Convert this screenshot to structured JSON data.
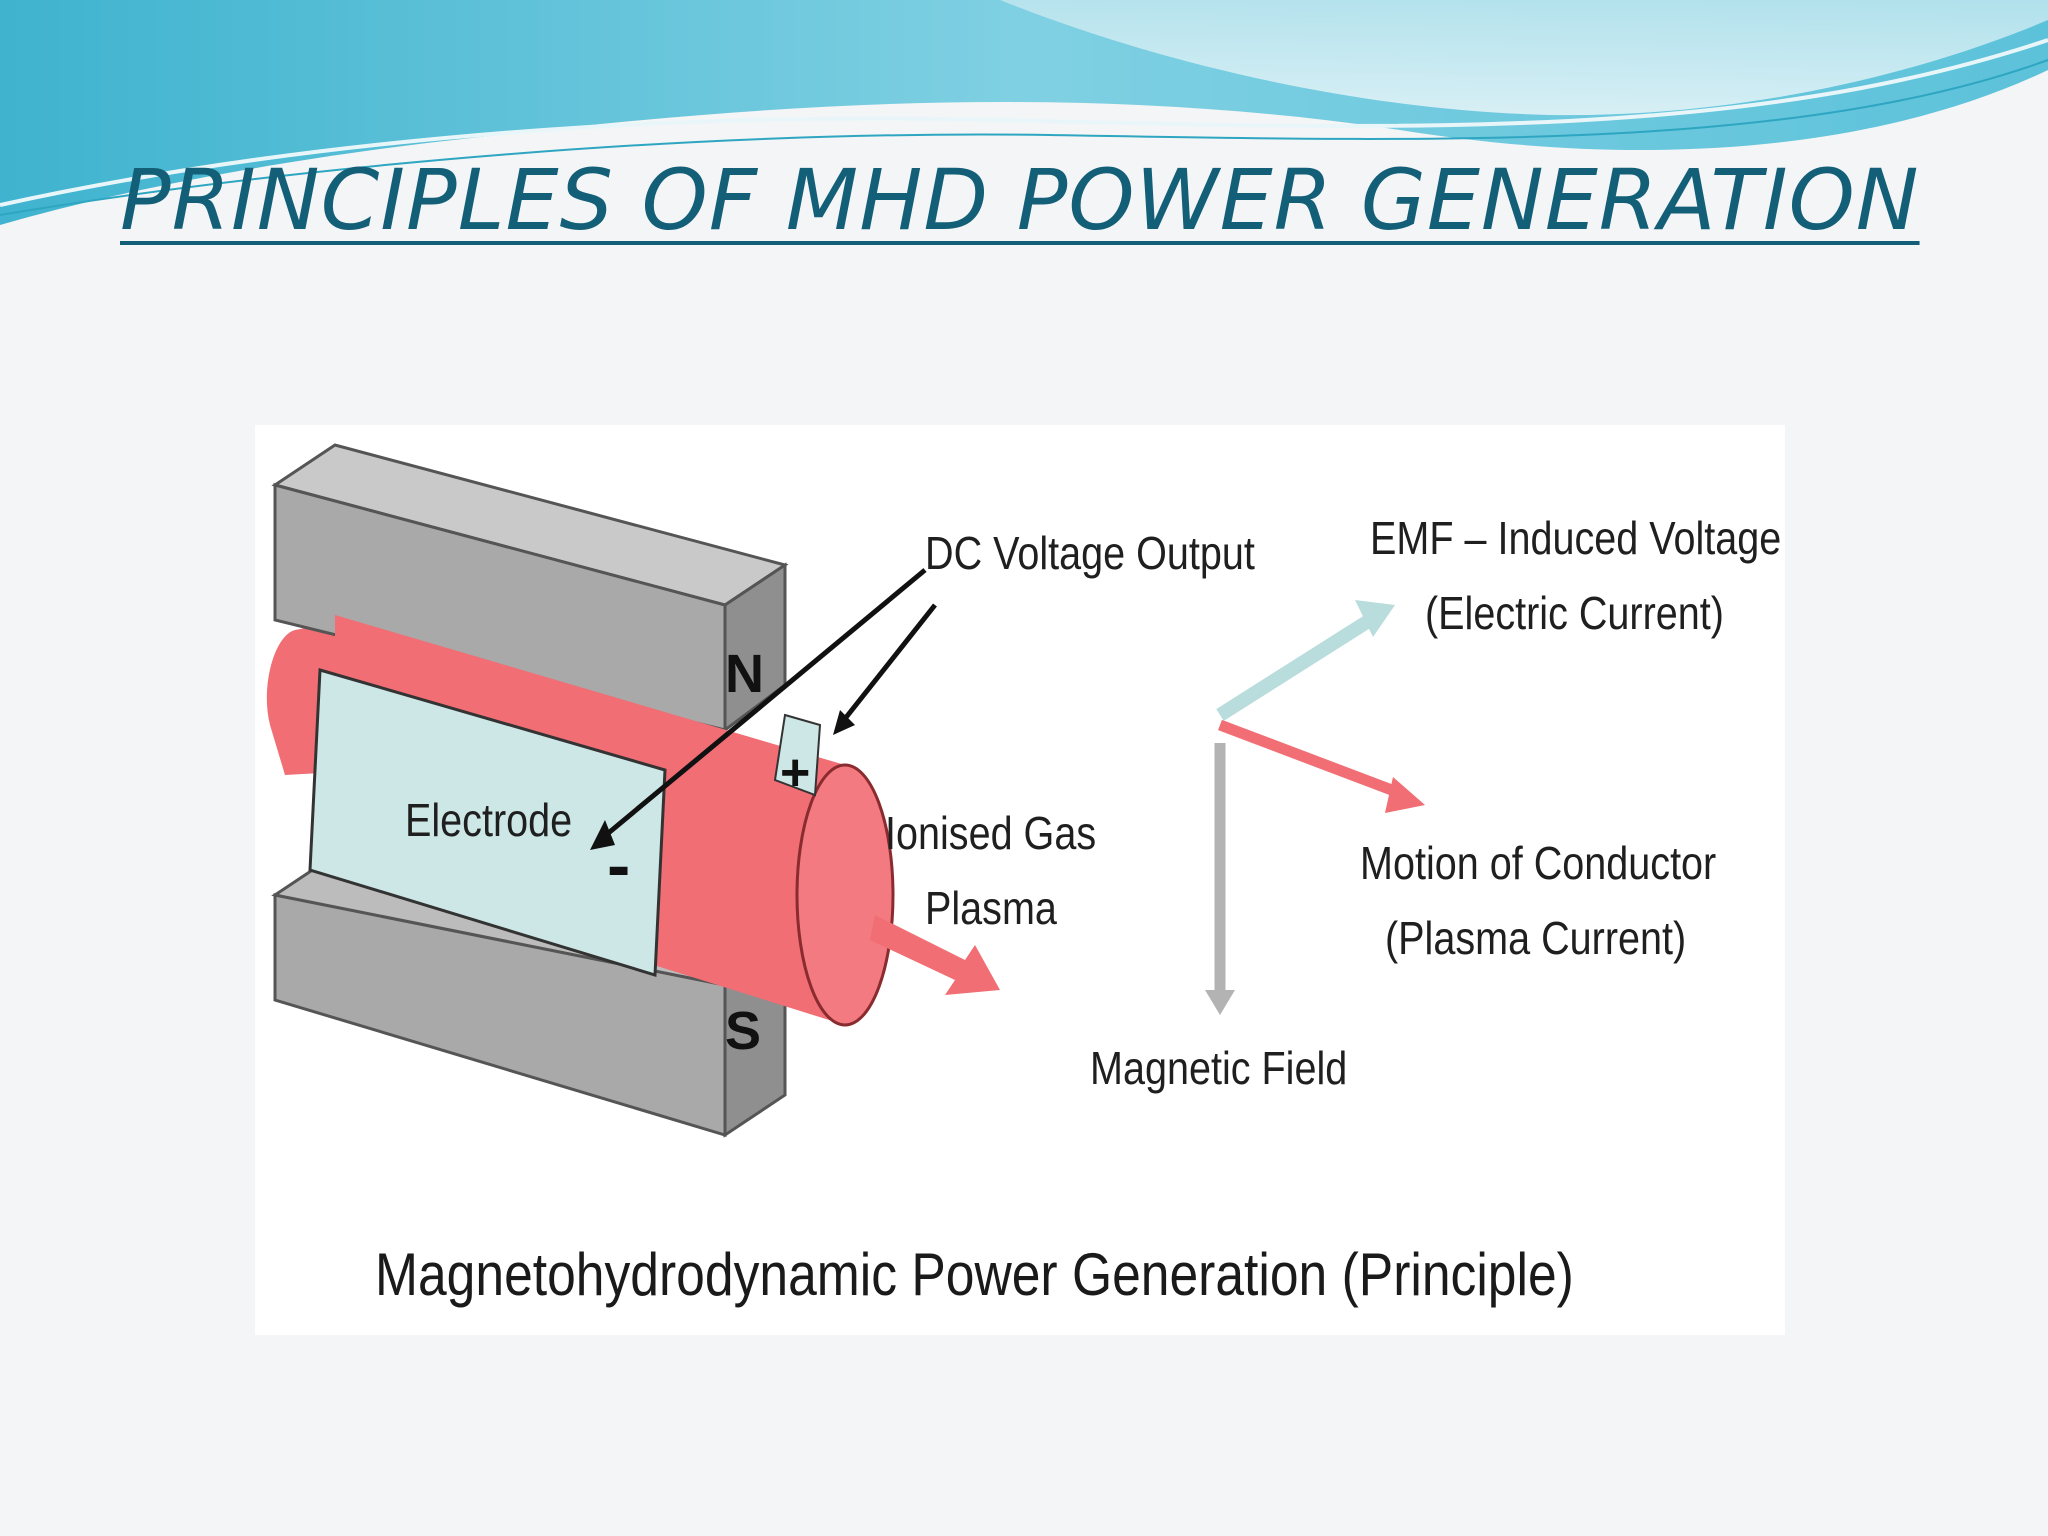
{
  "slide": {
    "title": "PRINCIPLES OF MHD POWER GENERATION"
  },
  "diagram": {
    "labels": {
      "dc_voltage_output": "DC Voltage Output",
      "emf_line1": "EMF – Induced Voltage",
      "emf_line2": "(Electric Current)",
      "electrode": "Electrode",
      "ionised_gas_line1": "Ionised Gas",
      "ionised_gas_line2": "Plasma",
      "motion_line1": "Motion of Conductor",
      "motion_line2": "(Plasma Current)",
      "magnetic_field": "Magnetic Field",
      "north_pole": "N",
      "south_pole": "S",
      "positive_terminal": "+",
      "negative_terminal": "-"
    },
    "caption": "Magnetohydrodynamic Power Generation (Principle)"
  },
  "colors": {
    "title": "#145f78",
    "wave_teal": "#5fc6dc",
    "magnet_gray": "#a6a6a6",
    "plasma_red": "#f06e74",
    "electrode_cyan": "#cde6e6",
    "emf_arrow": "#b9dcdc",
    "field_arrow": "#b3b3b3"
  }
}
